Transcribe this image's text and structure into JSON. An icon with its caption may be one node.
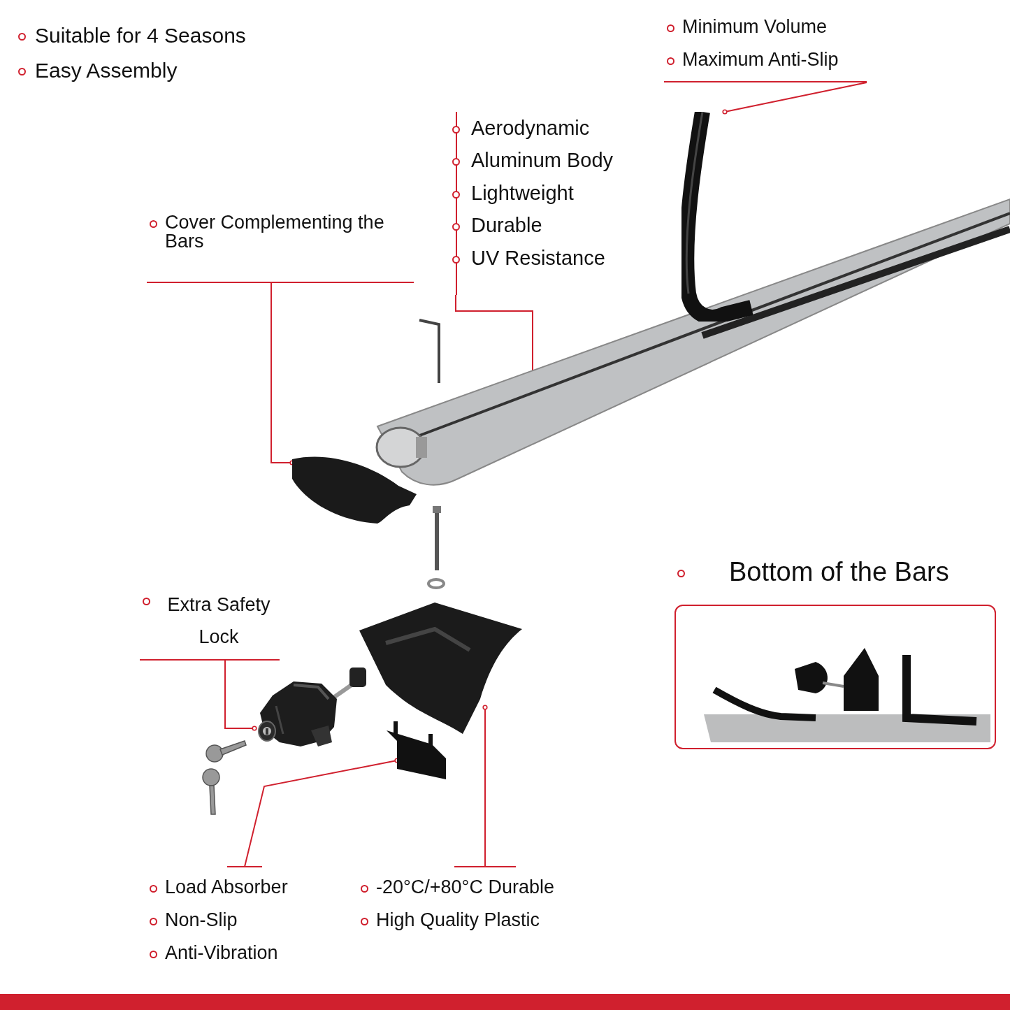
{
  "diagram": {
    "nodes": [
      {
        "text": [
          "Minimum Volume",
          "Maximum Anti-Slip"
        ]
      },
      {
        "text": [
          "Aerodynamic",
          "Aluminum Body",
          "Lightweight",
          "Durable",
          "UV Resistance"
        ]
      },
      {
        "text": [
          "Cover Complementing the Bars"
        ]
      },
      {
        "text": [
          "Extra Safety Lock"
        ]
      },
      {
        "text": [
          "Load Absorber",
          "Non-Slip",
          "Anti-Vibration"
        ]
      },
      {
        "text": [
          "-20°C/+80°C Durable",
          "High Quality Plastic"
        ]
      },
      {
        "text": [
          "Bottom of the Bars"
        ]
      },
      {
        "text": [],
        "shape": "picture"
      },
      {
        "text": [],
        "shape": "picture"
      },
      {
        "text": [],
        "shape": "picture"
      },
      {
        "text": [],
        "shape": "picture"
      },
      {
        "text": [],
        "shape": "picture"
      },
      {
        "text": [],
        "shape": "picture"
      },
      {
        "text": [],
        "shape": "picture",
        "in": 6
      }
    ],
    "edges": [
      {
        "from": 0,
        "to": 7,
        "arrow": "other"
      },
      {
        "from": 1,
        "to": 8,
        "arrow": "other"
      },
      {
        "from": 2,
        "to": 9,
        "arrow": "other"
      },
      {
        "from": 3,
        "to": 10,
        "arrow": "other"
      },
      {
        "from": 4,
        "to": 11,
        "arrow": "other"
      },
      {
        "from": 5,
        "to": 12,
        "arrow": "other"
      }
    ],
    "labels": [
      "Suitable for 4 Seasons",
      "Easy Assembly"
    ]
  }
}
